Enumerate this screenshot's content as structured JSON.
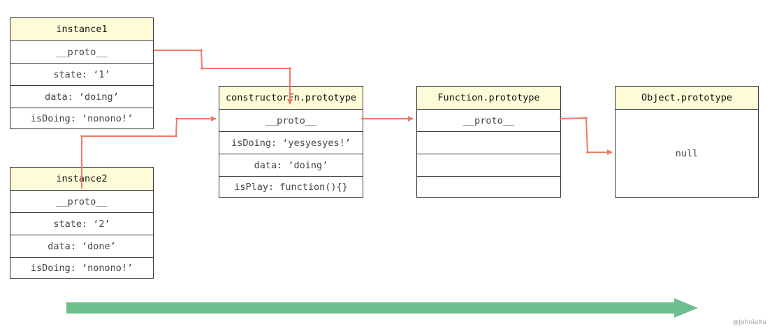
{
  "instance1": {
    "title": "instance1",
    "rows": [
      "__proto__",
      "state: ‘1’",
      "data: ‘doing’",
      "isDoing: ‘nonono!’"
    ]
  },
  "instance2": {
    "title": "instance2",
    "rows": [
      "__proto__",
      "state: ‘2’",
      "data: ‘done’",
      "isDoing: ‘nonono!’"
    ]
  },
  "constructor_prototype": {
    "title": "constructorFn.prototype",
    "rows": [
      "__proto__",
      "isDoing: ‘yesyesyes!’",
      "data: ‘doing’",
      "isPlay: function(){}"
    ]
  },
  "function_prototype": {
    "title": "Function.prototype",
    "rows": [
      "__proto__",
      "",
      "",
      ""
    ]
  },
  "object_prototype": {
    "title": "Object.prototype",
    "value": "null"
  },
  "colors": {
    "header_fill": "#fefcd8",
    "link_arrow": "#f07a66",
    "flow_arrow": "#6fbf8e"
  },
  "watermark": "@JohnieXu"
}
